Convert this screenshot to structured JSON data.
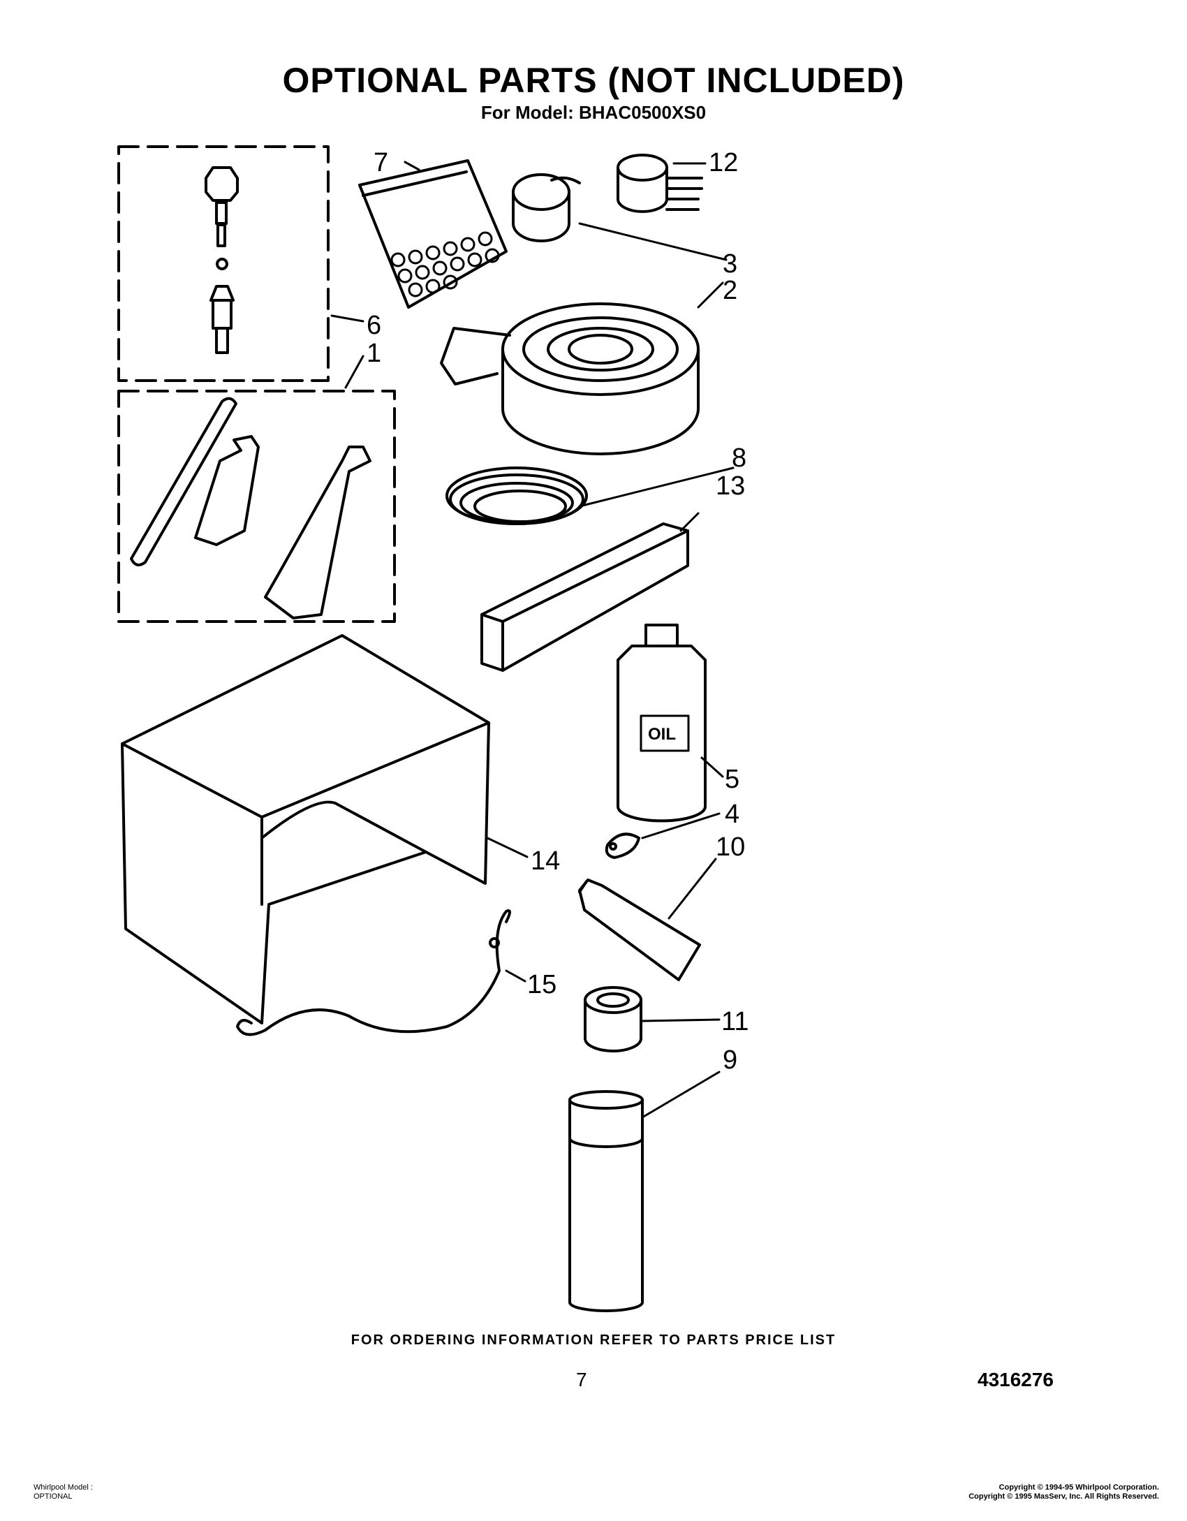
{
  "header": {
    "title": "OPTIONAL PARTS (NOT INCLUDED)",
    "subtitle": "For Model: BHAC0500XS0"
  },
  "diagram": {
    "callouts": [
      "1",
      "2",
      "3",
      "4",
      "5",
      "6",
      "7",
      "8",
      "9",
      "10",
      "11",
      "12",
      "13",
      "14",
      "15"
    ],
    "bottle_label": "OIL"
  },
  "footer": {
    "ordering_note": "FOR ORDERING INFORMATION REFER TO PARTS PRICE LIST",
    "page_number": "7",
    "document_number": "4316276",
    "left_lines": [
      "Whirlpool Model :",
      "OPTIONAL"
    ],
    "right_lines": [
      "Copyright © 1994-95 Whirlpool Corporation.",
      "Copyright © 1995 MasServ, Inc. All Rights Reserved."
    ]
  }
}
